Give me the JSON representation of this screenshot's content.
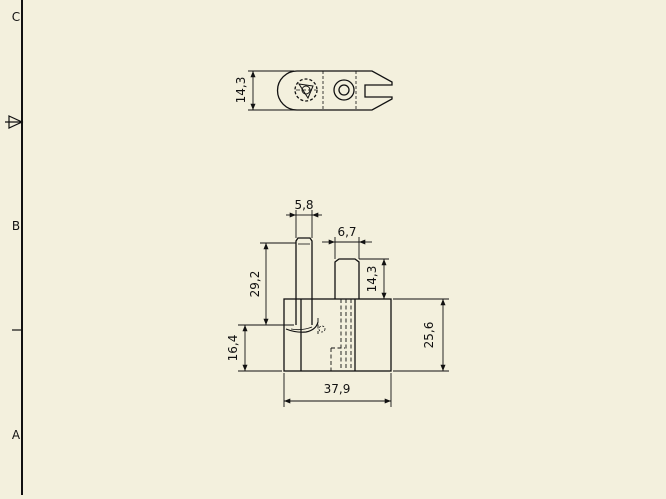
{
  "sheet": {
    "zone_labels": [
      "C",
      "B",
      "A"
    ]
  },
  "top_view": {
    "dim_height": "14,3"
  },
  "front_view": {
    "dim_pin_width": "5,8",
    "dim_boss_width": "6,7",
    "dim_pin_height": "29,2",
    "dim_boss_height": "14,3",
    "dim_base_height_left": "16,4",
    "dim_total_height_right": "25,6",
    "dim_total_width": "37,9"
  },
  "colors": {
    "paper": "#f3f0dd",
    "ink": "#111111"
  }
}
